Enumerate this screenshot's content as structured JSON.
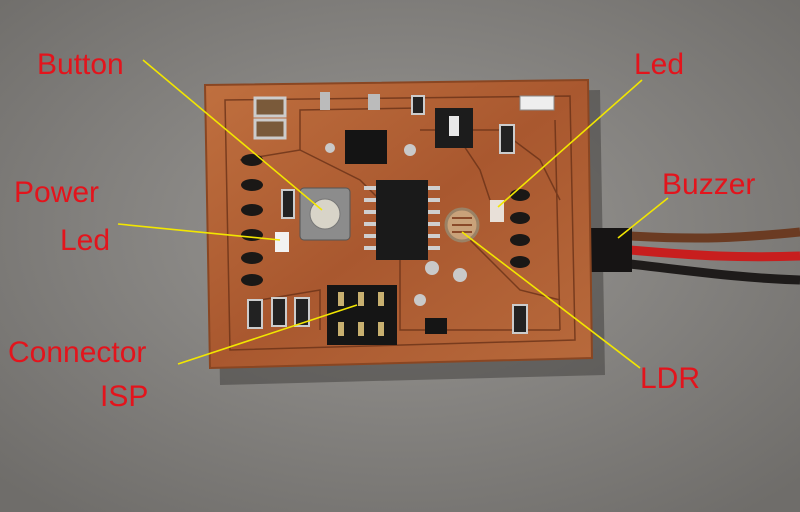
{
  "labels": {
    "button": "Button",
    "led": "Led",
    "power": "Power",
    "power_led": "Led",
    "buzzer": "Buzzer",
    "connector": "Connector",
    "isp": "ISP",
    "ldr": "LDR"
  },
  "colors": {
    "label": "#e3141c",
    "pointer": "#f2e600",
    "copper": "#b8643a",
    "background": "#8d8b88"
  }
}
